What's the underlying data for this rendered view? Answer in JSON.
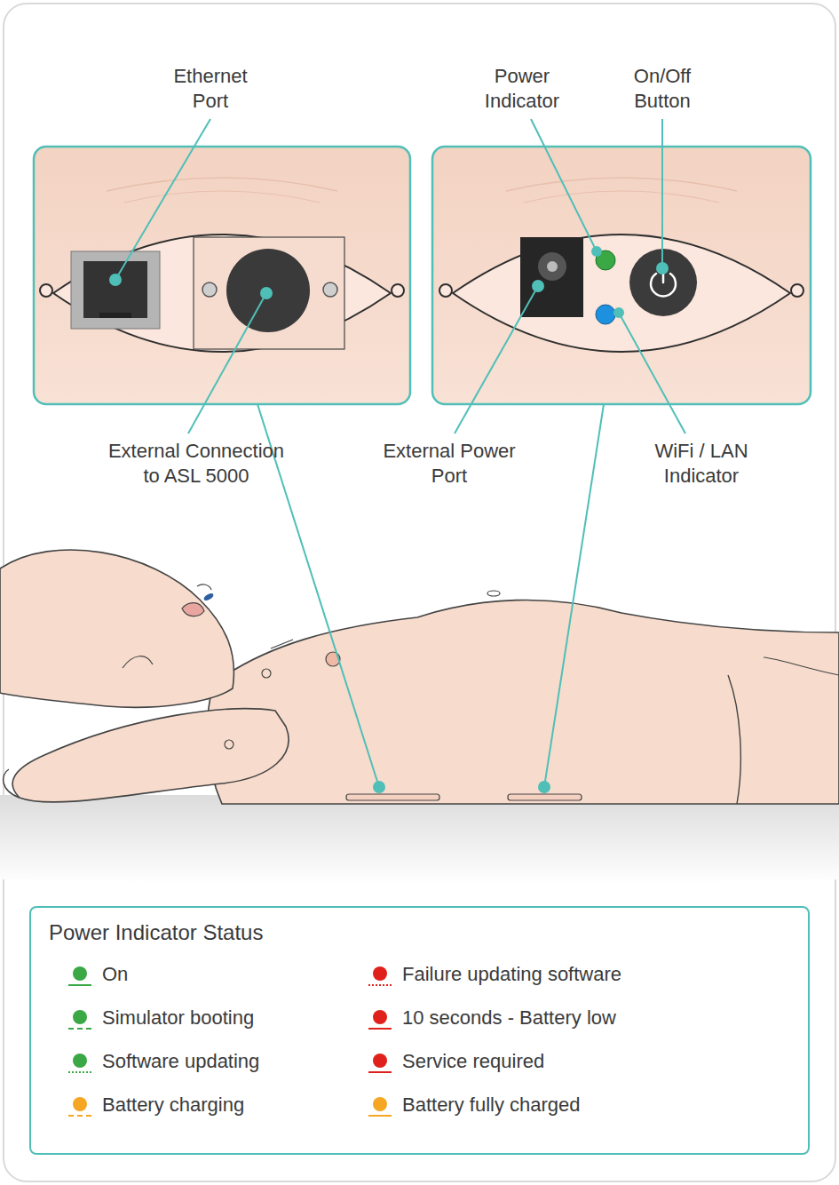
{
  "diagram": {
    "nodes": [
      {
        "text": [
          "Power Indicator Status"
        ]
      }
    ],
    "labels": [
      "Ethernet Port",
      "Power Indicator",
      "On/Off Button",
      "External Connection to ASL 5000",
      "External Power Port",
      "WiFi / LAN Indicator"
    ],
    "legend": [
      {
        "text": "On",
        "color": "#3aa845"
      },
      {
        "text": "Simulator booting",
        "color": "#3aa845"
      },
      {
        "text": "Software updating",
        "color": "#3aa845"
      },
      {
        "text": "Battery charging",
        "color": "#f5a623"
      },
      {
        "text": "Failure updating software",
        "color": "#e0201b"
      },
      {
        "text": "10 seconds - Battery low",
        "color": "#e0201b"
      },
      {
        "text": "Service required",
        "color": "#e0201b"
      },
      {
        "text": "Battery fully charged",
        "color": "#f5a623"
      }
    ]
  }
}
